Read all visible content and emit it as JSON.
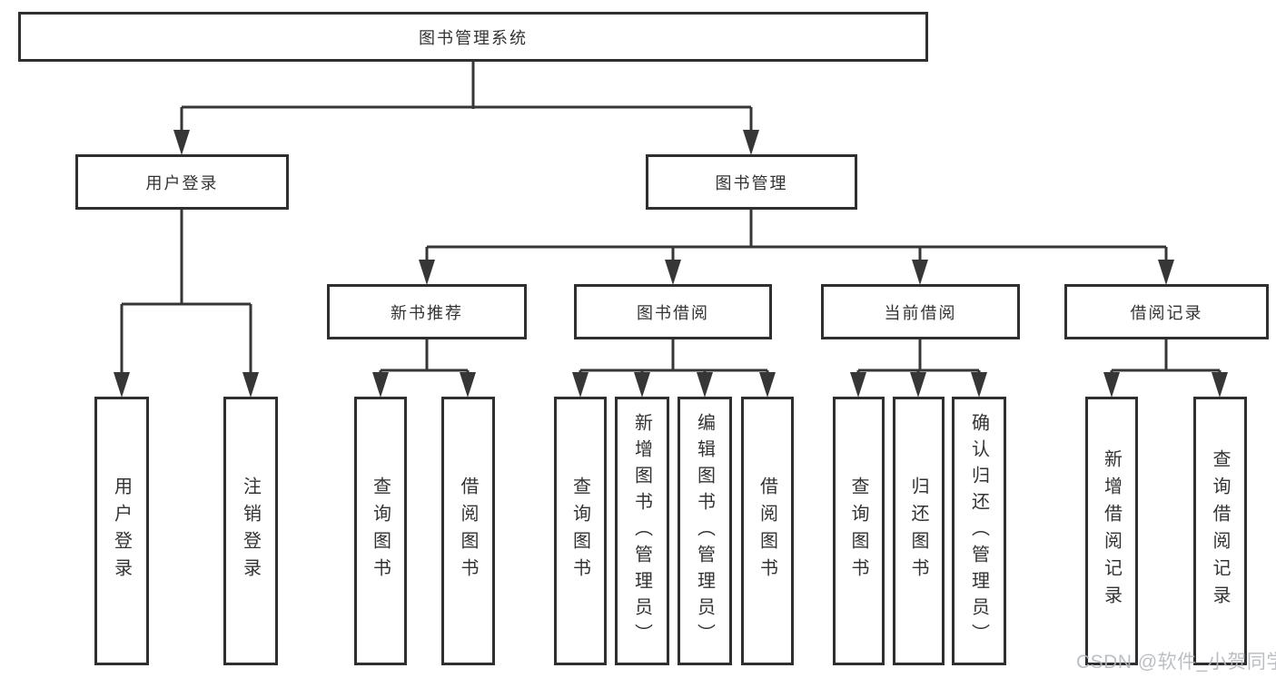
{
  "tree": {
    "label": "图书管理系统",
    "children": [
      {
        "label": "用户登录",
        "children": [
          {
            "label": "用户登录"
          },
          {
            "label": "注销登录"
          }
        ]
      },
      {
        "label": "图书管理",
        "children": [
          {
            "label": "新书推荐",
            "children": [
              {
                "label": "查询图书"
              },
              {
                "label": "借阅图书"
              }
            ]
          },
          {
            "label": "图书借阅",
            "children": [
              {
                "label": "查询图书"
              },
              {
                "label": "新增图书（管理员）"
              },
              {
                "label": "编辑图书（管理员）"
              },
              {
                "label": "借阅图书"
              }
            ]
          },
          {
            "label": "当前借阅",
            "children": [
              {
                "label": "查询图书"
              },
              {
                "label": "归还图书"
              },
              {
                "label": "确认归还（管理员）"
              }
            ]
          },
          {
            "label": "借阅记录",
            "children": [
              {
                "label": "新增借阅记录"
              },
              {
                "label": "查询借阅记录"
              }
            ]
          }
        ]
      }
    ]
  },
  "watermark": {
    "text": "CSDN @软件_小贺同学"
  },
  "colors": {
    "line": "#363636",
    "box_border": "#2f2f2f",
    "text": "#333333",
    "watermark": "#b4b8bf",
    "background": "#ffffff"
  }
}
